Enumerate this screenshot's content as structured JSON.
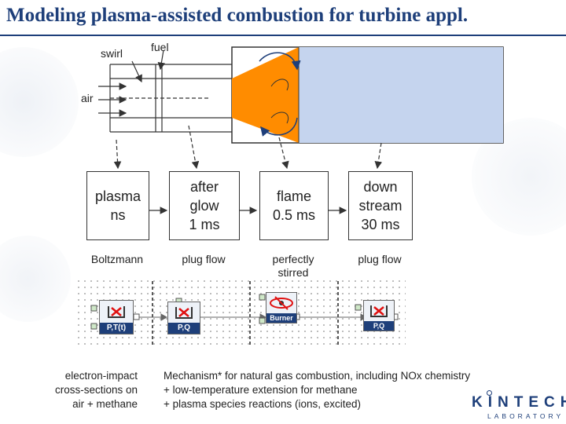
{
  "title": "Modeling plasma-assisted combustion for turbine appl.",
  "schematic": {
    "swirl_label": "swirl",
    "fuel_label": "fuel",
    "air_label": "air",
    "colors": {
      "flame": "#ff8c00",
      "downstream": "#c5d4ee",
      "arrow": "#1e3f7a"
    }
  },
  "stages": [
    {
      "name": "plasma\nns",
      "model": "Boltzmann"
    },
    {
      "name": "after\nglow\n1 ms",
      "model": "plug flow"
    },
    {
      "name": "flame\n0.5 ms",
      "model": "perfectly\nstirred"
    },
    {
      "name": "down\nstream\n30 ms",
      "model": "plug flow"
    }
  ],
  "reactor_blocks": [
    {
      "label": "P,T(t)",
      "icon": "reactor-icon"
    },
    {
      "label": "P,Q",
      "icon": "reactor-icon"
    },
    {
      "label": "Burner",
      "icon": "burner-icon"
    },
    {
      "label": "P,Q",
      "icon": "reactor-icon"
    }
  ],
  "notes_left": "electron-impact\ncross-sections on\nair + methane",
  "notes_right": [
    "Mechanism* for natural gas combustion, including NOx chemistry",
    "+ low-temperature extension for methane",
    "+ plasma species reactions (ions, excited)"
  ],
  "logo": {
    "main": "KINTECH",
    "sub": "LABORATORY"
  }
}
